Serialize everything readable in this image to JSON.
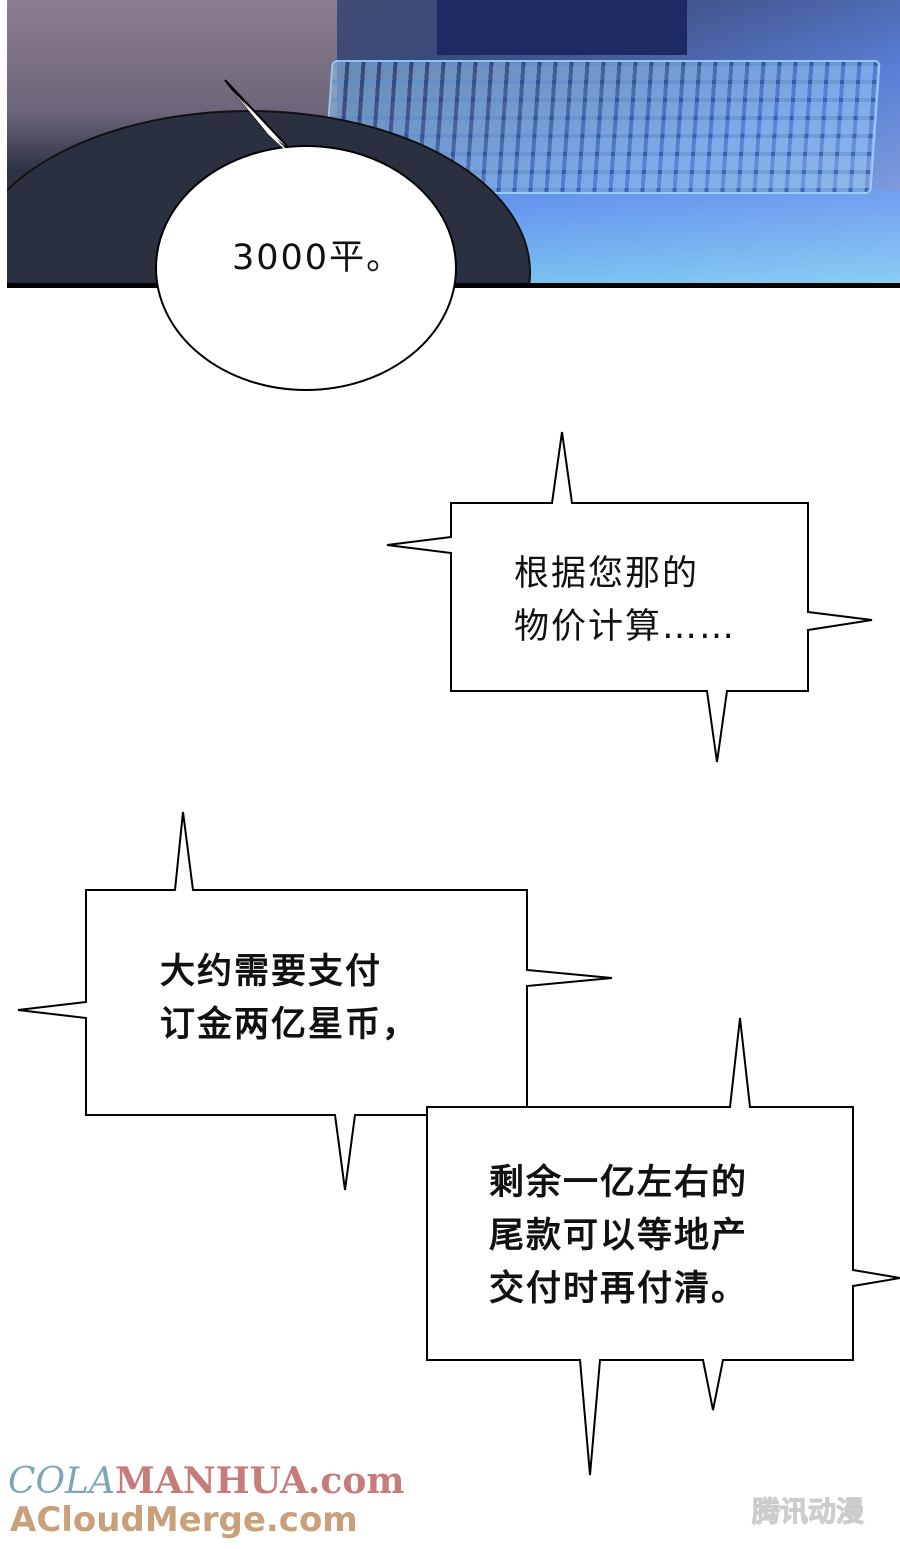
{
  "bubbles": [
    {
      "lines": [
        "3000平。"
      ]
    },
    {
      "lines": [
        "根据您那的",
        "物价计算……"
      ]
    },
    {
      "lines": [
        "大约需要支付",
        "订金两亿星币，"
      ]
    },
    {
      "lines": [
        "剩余一亿左右的",
        "尾款可以等地产",
        "交付时再付清。"
      ]
    }
  ],
  "watermarks": {
    "site1_part1": "COLA",
    "site1_part2": "MANHUA.com",
    "site2": "ACloudMerge.com",
    "publisher": "腾讯动漫"
  }
}
